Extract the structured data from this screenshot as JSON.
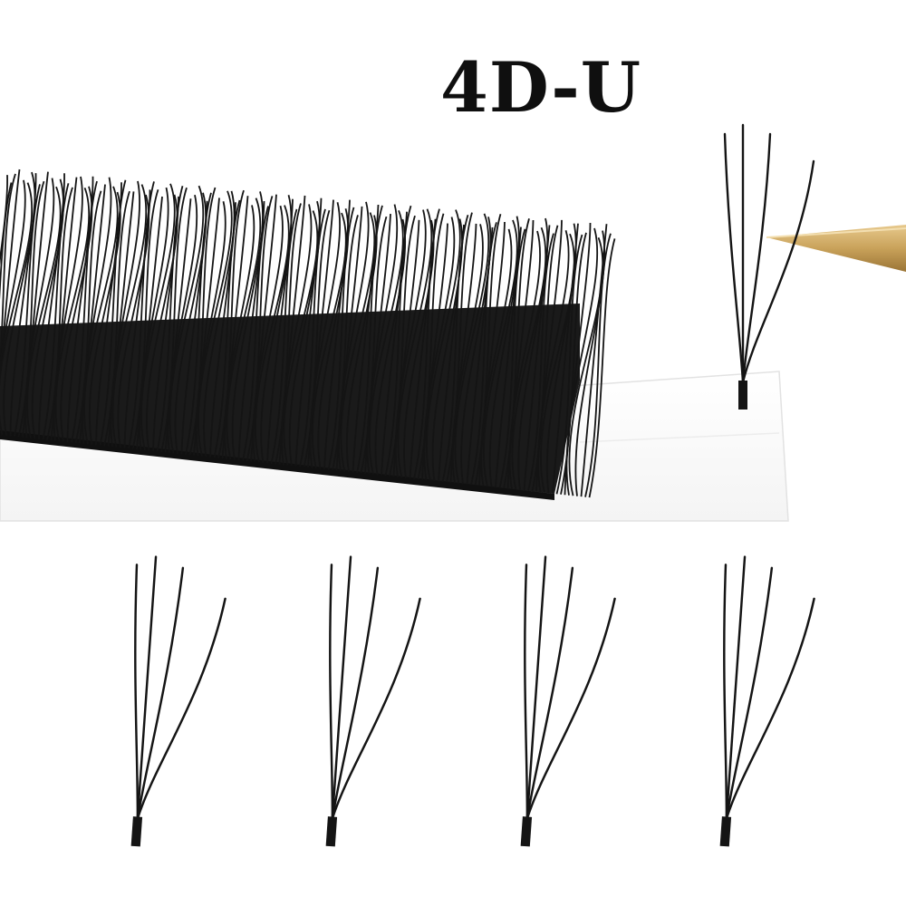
{
  "title": "4D-U",
  "colors": {
    "background": "#ffffff",
    "lash": "#141414",
    "card": "#ffffff",
    "card_edge": "#e2e2e2",
    "tweezer": "#c9a25a"
  },
  "illustrations": {
    "lash_strip": "premade-fan-lash-strip-on-card",
    "tweezer": "gold-tweezer-tip",
    "fans": [
      "4-spike-lash-fan",
      "4-spike-lash-fan",
      "4-spike-lash-fan",
      "4-spike-lash-fan",
      "4-spike-lash-fan"
    ]
  }
}
